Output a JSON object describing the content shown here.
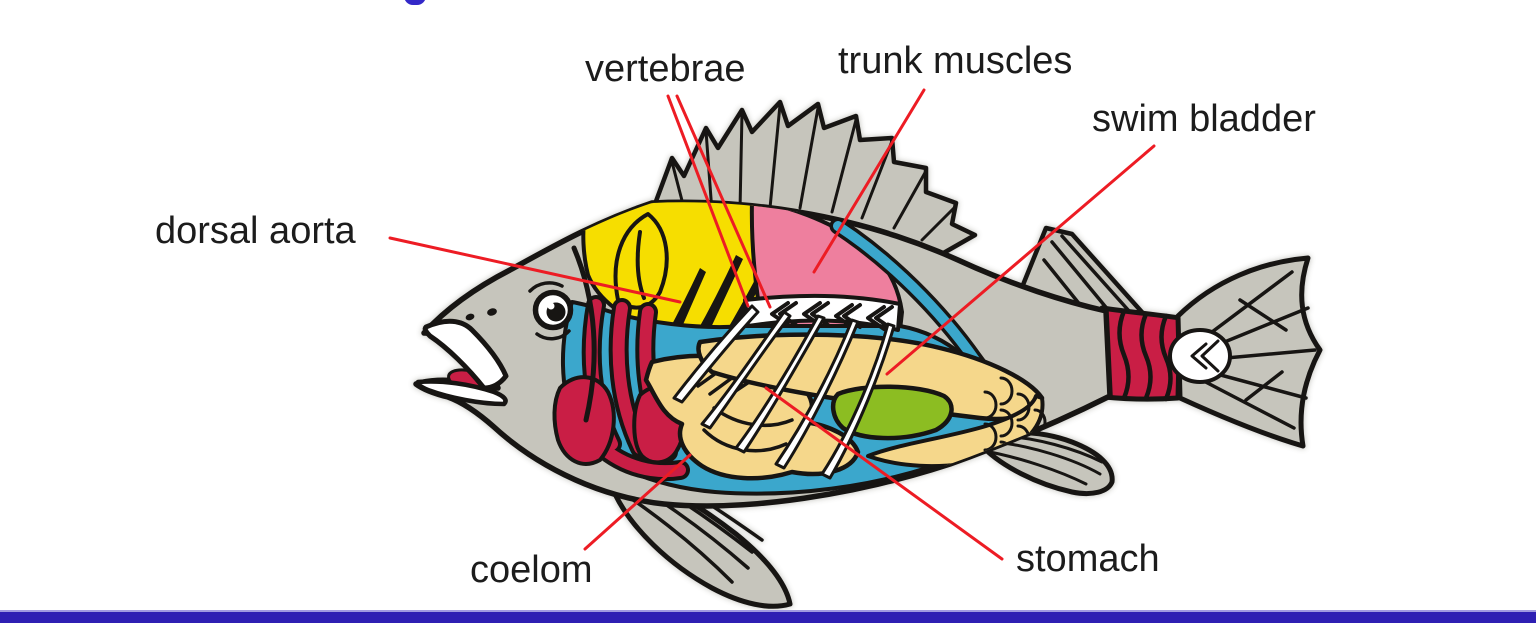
{
  "labels": {
    "dorsal_aorta": "dorsal aorta",
    "vertebrae": "vertebrae",
    "trunk_muscles": "trunk muscles",
    "swim_bladder": "swim bladder",
    "coelom": "coelom",
    "stomach": "stomach"
  },
  "colors": {
    "body_gray": "#c6c5bc",
    "outline_black": "#171513",
    "halo_gray": "#dcdcd8",
    "trunk_muscle_pink": "#ee7f9e",
    "head_organ_yellow": "#f6de00",
    "coelom_blue": "#3ba7cc",
    "organ_cream": "#f5d78b",
    "organ_green": "#8cbd22",
    "organ_crimson": "#c91e45",
    "leader_line_red": "#ed1c24",
    "footer_bar_blue": "#2e1fb3"
  }
}
